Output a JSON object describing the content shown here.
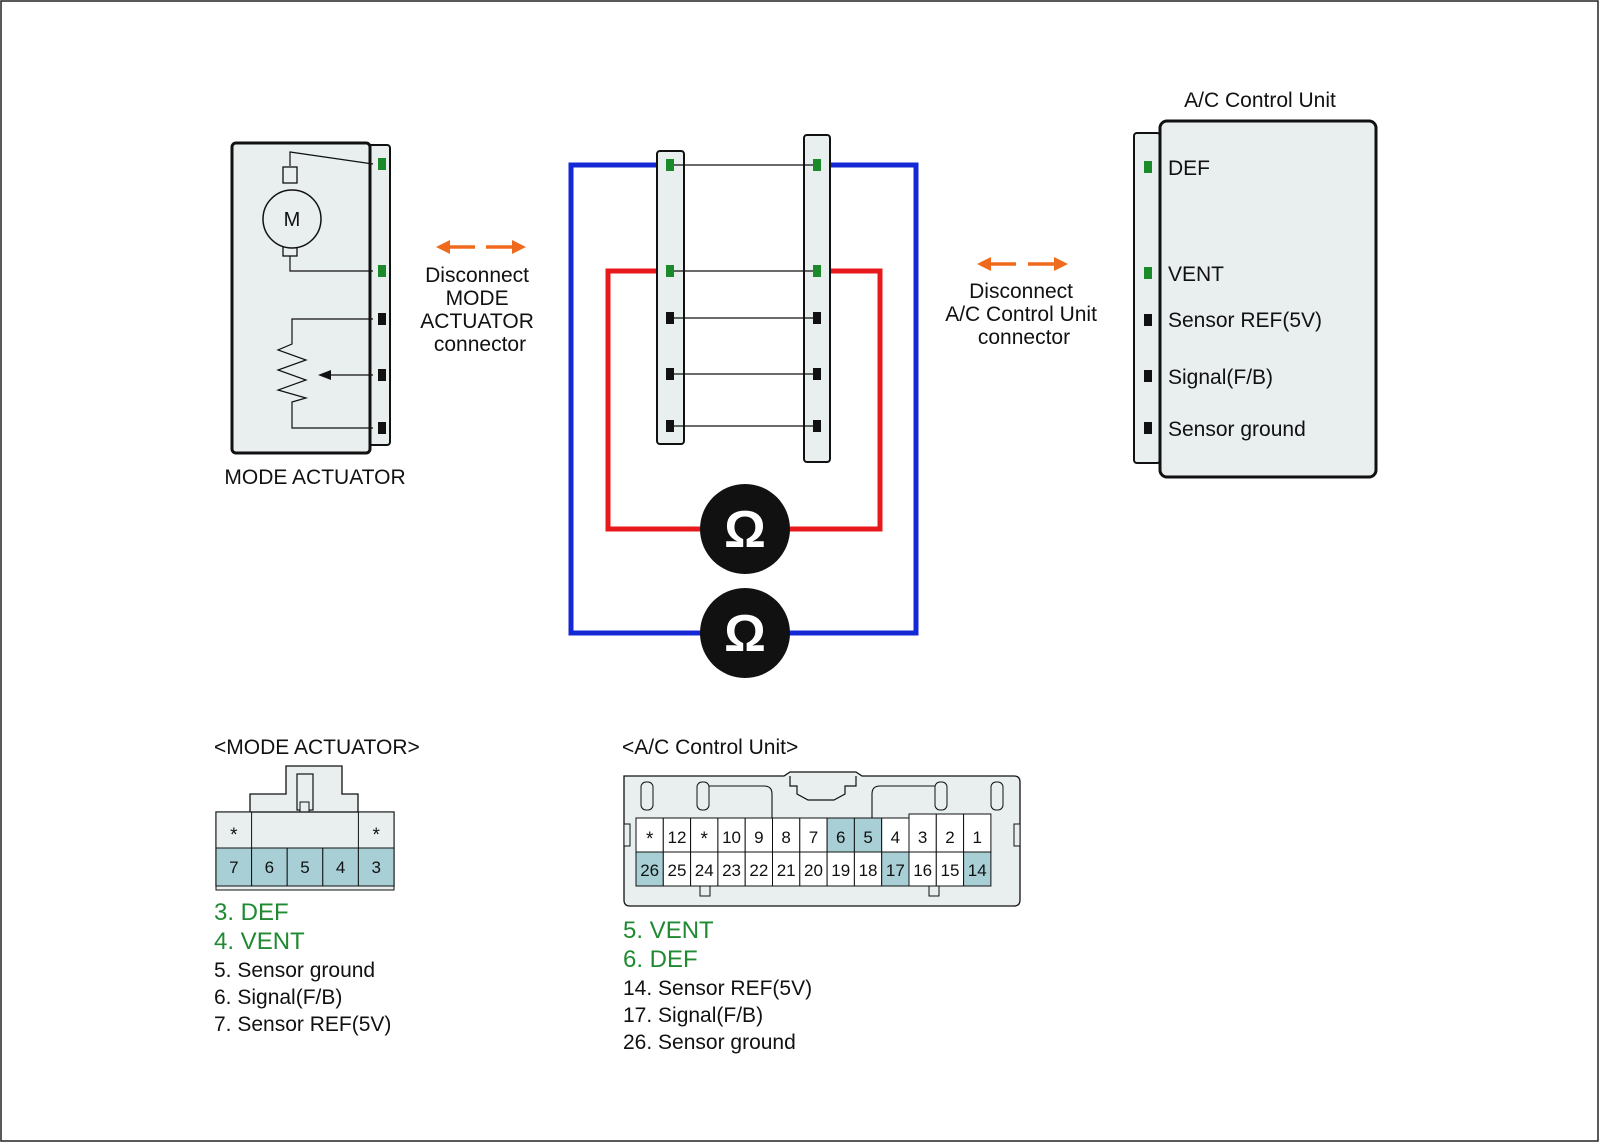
{
  "colors": {
    "pin_active": "#1a8a2a",
    "pin_normal": "#111111",
    "wire_blue": "#1428d6",
    "wire_red": "#e8191c",
    "arrow_orange": "#f06a1e",
    "highlight_cell": "#a9cfd6",
    "panel_fill": "#e9eeef",
    "green_text": "#1f8a32"
  },
  "actuator": {
    "caption": "MODE ACTUATOR",
    "motor_label": "M"
  },
  "disconnect_actuator": {
    "lines": [
      "Disconnect",
      "MODE",
      "ACTUATOR",
      "connector"
    ]
  },
  "disconnect_acu": {
    "lines": [
      "Disconnect",
      "A/C Control Unit",
      "connector"
    ]
  },
  "acu": {
    "title": "A/C Control Unit",
    "pins": [
      {
        "label": "DEF",
        "active": true
      },
      {
        "label": "VENT",
        "active": true
      },
      {
        "label": "Sensor REF(5V)",
        "active": false
      },
      {
        "label": "Signal(F/B)",
        "active": false
      },
      {
        "label": "Sensor ground",
        "active": false
      }
    ]
  },
  "meters": [
    {
      "symbol": "Ω",
      "icon": "ohmmeter-icon"
    },
    {
      "symbol": "Ω",
      "icon": "ohmmeter-icon"
    }
  ],
  "actuator_connector": {
    "title": "<MODE ACTUATOR>",
    "top_row": [
      "*",
      "",
      "",
      "",
      "*"
    ],
    "bottom_row": [
      "7",
      "6",
      "5",
      "4",
      "3"
    ],
    "legend": [
      {
        "text": "3. DEF",
        "green": true
      },
      {
        "text": "4. VENT",
        "green": true
      },
      {
        "text": "5. Sensor ground",
        "green": false
      },
      {
        "text": "6. Signal(F/B)",
        "green": false
      },
      {
        "text": "7. Sensor REF(5V)",
        "green": false
      }
    ]
  },
  "acu_connector": {
    "title": "<A/C Control Unit>",
    "top_row": [
      "*",
      "12",
      "*",
      "10",
      "9",
      "8",
      "7",
      "6",
      "5",
      "4",
      "3",
      "2",
      "1"
    ],
    "bottom_row": [
      "26",
      "25",
      "24",
      "23",
      "22",
      "21",
      "20",
      "19",
      "18",
      "17",
      "16",
      "15",
      "14"
    ],
    "highlighted": [
      "26",
      "6",
      "5",
      "17",
      "14"
    ],
    "legend": [
      {
        "text": "5. VENT",
        "green": true
      },
      {
        "text": "6. DEF",
        "green": true
      },
      {
        "text": "14. Sensor REF(5V)",
        "green": false
      },
      {
        "text": "17. Signal(F/B)",
        "green": false
      },
      {
        "text": "26. Sensor ground",
        "green": false
      }
    ]
  }
}
